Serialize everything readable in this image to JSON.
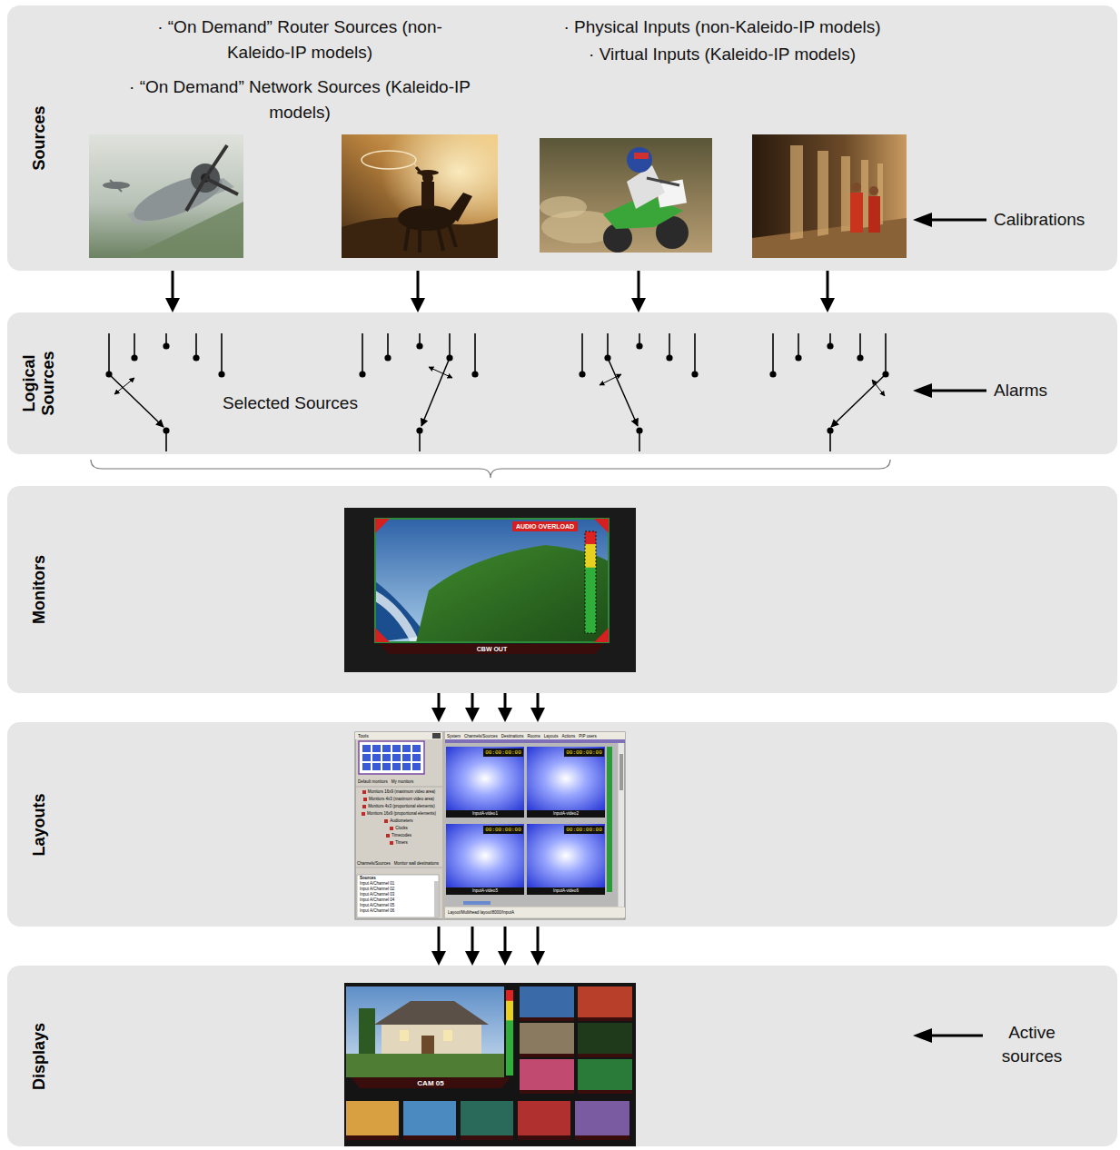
{
  "diagram": {
    "nodes": [
      {
        "text": [
          "Sources"
        ]
      },
      {
        "text": [
          "Logical Sources"
        ]
      },
      {
        "text": [
          "Monitors"
        ]
      },
      {
        "text": [
          "Layouts"
        ]
      },
      {
        "text": [
          "Displays"
        ]
      }
    ],
    "edges": [
      {
        "from": 0,
        "to": 1,
        "arrow": "to"
      },
      {
        "from": 0,
        "to": 1,
        "arrow": "to"
      },
      {
        "from": 0,
        "to": 1,
        "arrow": "to"
      },
      {
        "from": 0,
        "to": 1,
        "arrow": "to"
      },
      {
        "from": 2,
        "to": 3,
        "arrow": "to"
      },
      {
        "from": 2,
        "to": 3,
        "arrow": "to"
      },
      {
        "from": 2,
        "to": 3,
        "arrow": "to"
      },
      {
        "from": 2,
        "to": 3,
        "arrow": "to"
      },
      {
        "from": 3,
        "to": 4,
        "arrow": "to"
      },
      {
        "from": 3,
        "to": 4,
        "arrow": "to"
      },
      {
        "from": 3,
        "to": 4,
        "arrow": "to"
      },
      {
        "from": 3,
        "to": 4,
        "arrow": "to"
      }
    ],
    "labels": [
      "· “On Demand” Router Sources (non-Kaleido-IP models)",
      "· “On Demand” Network Sources (Kaleido-IP models)",
      "· Physical Inputs (non-Kaleido-IP models)",
      "· Virtual Inputs (Kaleido-IP models)",
      "Calibrations",
      "Selected Sources",
      "Alarms",
      "AUDIO OVERLOAD",
      "CBW OUT",
      "Tools",
      "System",
      "Channels/Sources",
      "Destinations",
      "Rooms",
      "Layouts",
      "Actions",
      "PIP users",
      "Default monitors",
      "My monitors",
      "Monitors 16x9 (maximum video area)",
      "Monitors 4x3 (maximum video area)",
      "Monitors 4x3 (proportional elements)",
      "Monitors 16x9 (proportional elements)",
      "Audiometers",
      "Clocks",
      "Timecodes",
      "Timers",
      "Channels/Sources",
      "Monitor wall destinations",
      "Sources",
      "Input A/Channel 01",
      "Input A/Channel 02",
      "Input A/Channel 03",
      "Input A/Channel 04",
      "Input A/Channel 05",
      "Input A/Channel 06",
      "00:00:00:00",
      "00:00:00:00",
      "InputA-video1",
      "InputA-video2",
      "00:00:00:00",
      "00:00:00:00",
      "InputA-video5",
      "InputA-video6",
      "Layout/Multihead layout/8000/InputA",
      "CAM 05",
      "Active sources"
    ]
  }
}
